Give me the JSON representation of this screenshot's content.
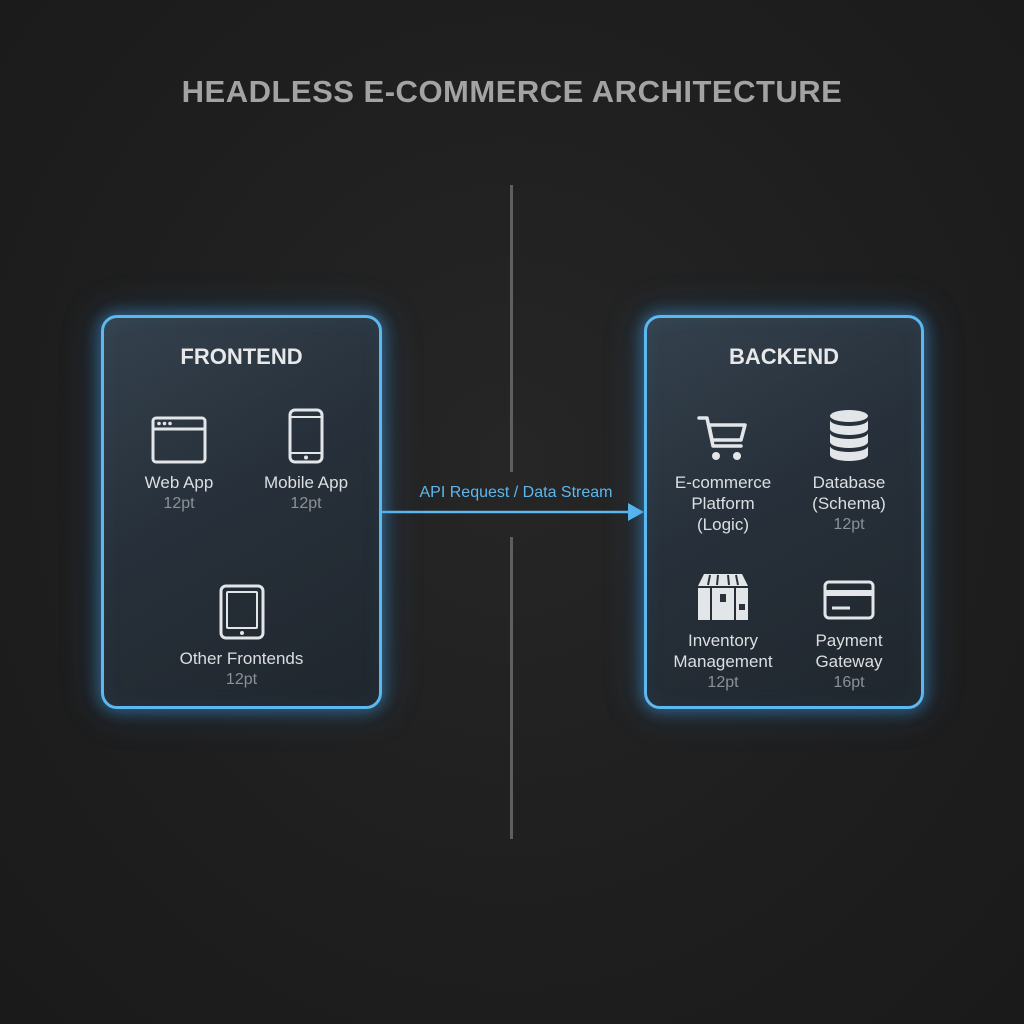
{
  "title": "HEADLESS E-COMMERCE ARCHITECTURE",
  "colors": {
    "accent": "#5cb8ee",
    "background": "#1e1e1e",
    "panel": "#2a333d",
    "divider": "#5d5f63"
  },
  "frontend": {
    "heading": "FRONTEND",
    "nodes": [
      {
        "icon": "browser-window-icon",
        "label": "Web App",
        "sub": "12pt"
      },
      {
        "icon": "smartphone-icon",
        "label": "Mobile App",
        "sub": "12pt"
      },
      {
        "icon": "tablet-icon",
        "label": "Other Frontends",
        "sub": "12pt"
      }
    ]
  },
  "connector": {
    "label": "API Request / Data Stream"
  },
  "backend": {
    "heading": "BACKEND",
    "nodes": [
      {
        "icon": "shopping-cart-icon",
        "label": "E-commerce Platform (Logic)",
        "sub": ""
      },
      {
        "icon": "database-icon",
        "label": "Database (Schema)",
        "sub": "12pt"
      },
      {
        "icon": "warehouse-boxes-icon",
        "label": "Inventory Management",
        "sub": "12pt"
      },
      {
        "icon": "credit-card-icon",
        "label": "Payment Gateway",
        "sub": "16pt"
      }
    ]
  }
}
